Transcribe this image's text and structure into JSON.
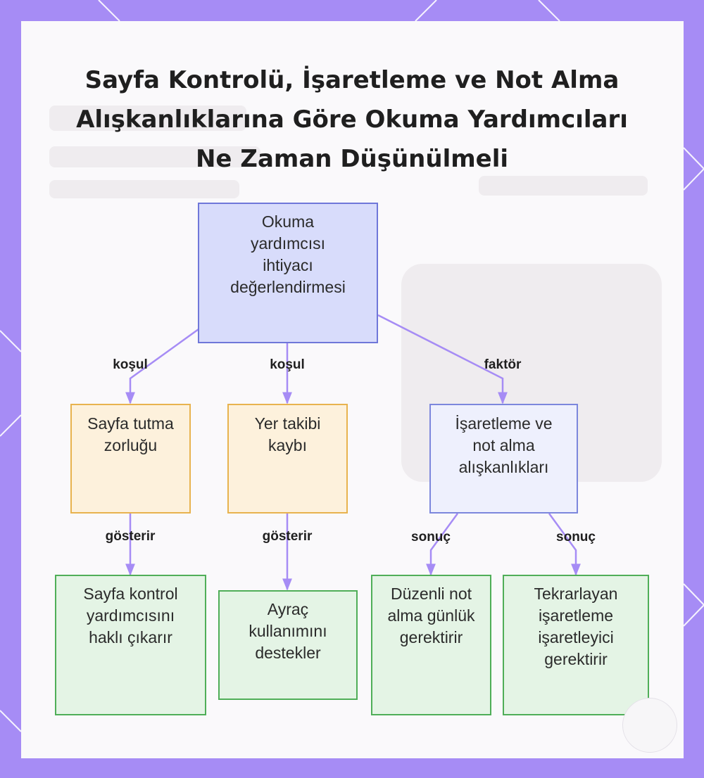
{
  "title": "Sayfa Kontrolü, İşaretleme ve Not Alma Alışkanlıklarına Göre Okuma Yardımcıları Ne Zaman Düşünülmeli",
  "nodes": {
    "root": "Okuma yardımcısı ihtiyacı değerlendirmesi",
    "page_holding": "Sayfa tutma zorluğu",
    "place_loss": "Yer takibi kaybı",
    "habits": "İşaretleme ve not alma alışkanlıkları",
    "page_control_aid": "Sayfa kontrol yardımcısını haklı çıkarır",
    "bookmark": "Ayraç kullanımını destekler",
    "journal": "Düzenli not alma günlük gerektirir",
    "highlighter": "Tekrarlayan işaretleme işaretleyici gerektirir"
  },
  "edges": {
    "root_to_page_holding": "koşul",
    "root_to_place_loss": "koşul",
    "root_to_habits": "faktör",
    "page_holding_to_aid": "gösterir",
    "place_loss_to_bookmark": "gösterir",
    "habits_to_journal": "sonuç",
    "habits_to_highlighter": "sonuç"
  },
  "colors": {
    "frame": "#a68cf5",
    "root_fill": "#d8dcfb",
    "condition_fill": "#fdf1dc",
    "result_fill": "#e4f4e5",
    "edge": "#a68cf5"
  }
}
